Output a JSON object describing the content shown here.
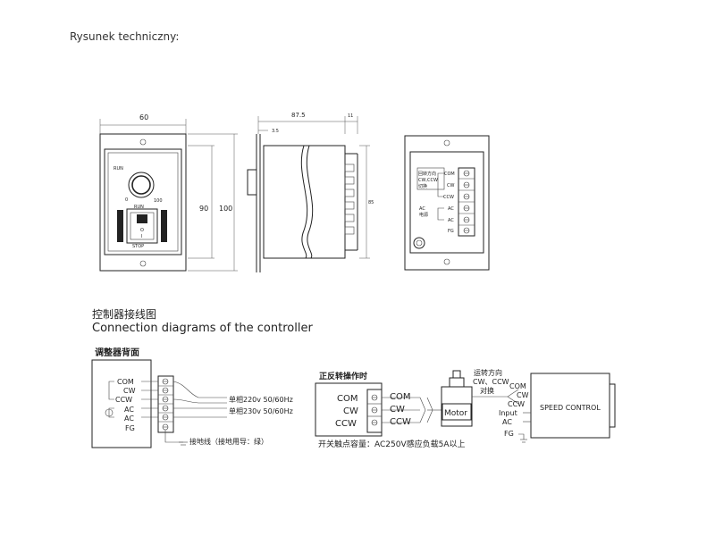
{
  "header": {
    "title": "Rysunek techniczny:"
  },
  "front_view": {
    "width_label": "60",
    "height_inner_label": "90",
    "height_outer_label": "100",
    "run_top": "RUN",
    "num_0": "0",
    "num_100": "100",
    "run_bottom": "RUN",
    "stop": "STOP",
    "switch_o": "O",
    "switch_i": "I"
  },
  "side_view": {
    "depth_label": "87.5",
    "rear_label": "11",
    "offset_label": "3.5",
    "height_label": "85"
  },
  "back_view": {
    "direction_note_1": "回转方向",
    "direction_note_2": "CW,CCW",
    "direction_note_3": "切换",
    "ac_note_1": "AC",
    "ac_note_2": "电源",
    "terminals": [
      "COM",
      "CW",
      "CCW",
      "AC",
      "AC",
      "FG"
    ]
  },
  "section": {
    "title_cn": "控制器接线图",
    "title_en": "Connection diagrams of the controller"
  },
  "panel_back": {
    "title": "调整器背面",
    "terminals": [
      "COM",
      "CW",
      "CCW",
      "AC",
      "AC",
      "FG"
    ],
    "supply_1": "单相220v 50/60Hz",
    "supply_2": "单相230v 50/60Hz",
    "ground_note": "接地线（接地用导：绿）"
  },
  "switching": {
    "title": "正反转操作时",
    "left_labels": [
      "COM",
      "CW",
      "CCW"
    ],
    "right_labels": [
      "COM",
      "CW",
      "CCW"
    ],
    "motor": "Motor",
    "capacity_note": "开关触点容量：AC250V感应负载5A以上"
  },
  "speed_control": {
    "direction_1": "运转方向",
    "direction_2": "CW、CCW",
    "direction_3": "对换",
    "labels": [
      "COM",
      "CW",
      "CCW",
      "Input",
      "AC",
      "FG"
    ],
    "box_label": "SPEED CONTROL"
  }
}
